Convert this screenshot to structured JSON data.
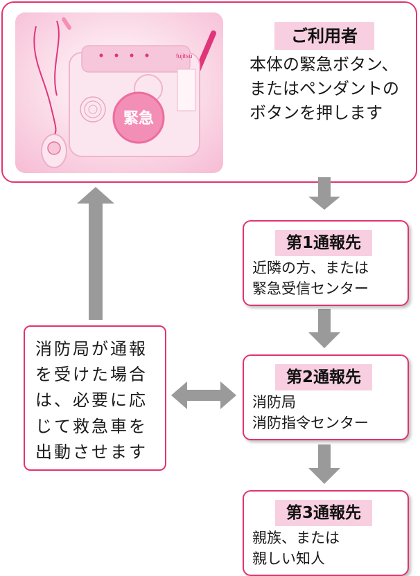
{
  "user": {
    "title": "ご利用者",
    "lines": [
      "本体の緊急ボタン、",
      "またはペンダントの",
      "ボタンを押します"
    ],
    "device_label": "緊急",
    "device_brand": "fujitsu"
  },
  "steps": [
    {
      "title": "第1通報先",
      "lines": [
        "近隣の方、または",
        "緊急受信センター"
      ]
    },
    {
      "title": "第2通報先",
      "lines": [
        "消防局",
        "消防指令センター"
      ]
    },
    {
      "title": "第3通報先",
      "lines": [
        "親族、または",
        "親しい知人"
      ]
    }
  ],
  "fire_dept": {
    "text": "消防局が通報を受けた場合は、必要に応じて救急車を出動させます"
  },
  "colors": {
    "border": "#e2326f",
    "tag_bg": "#f8cfe0",
    "arrow": "#9a9a9a",
    "photo_tint": "#f7bfd6"
  }
}
